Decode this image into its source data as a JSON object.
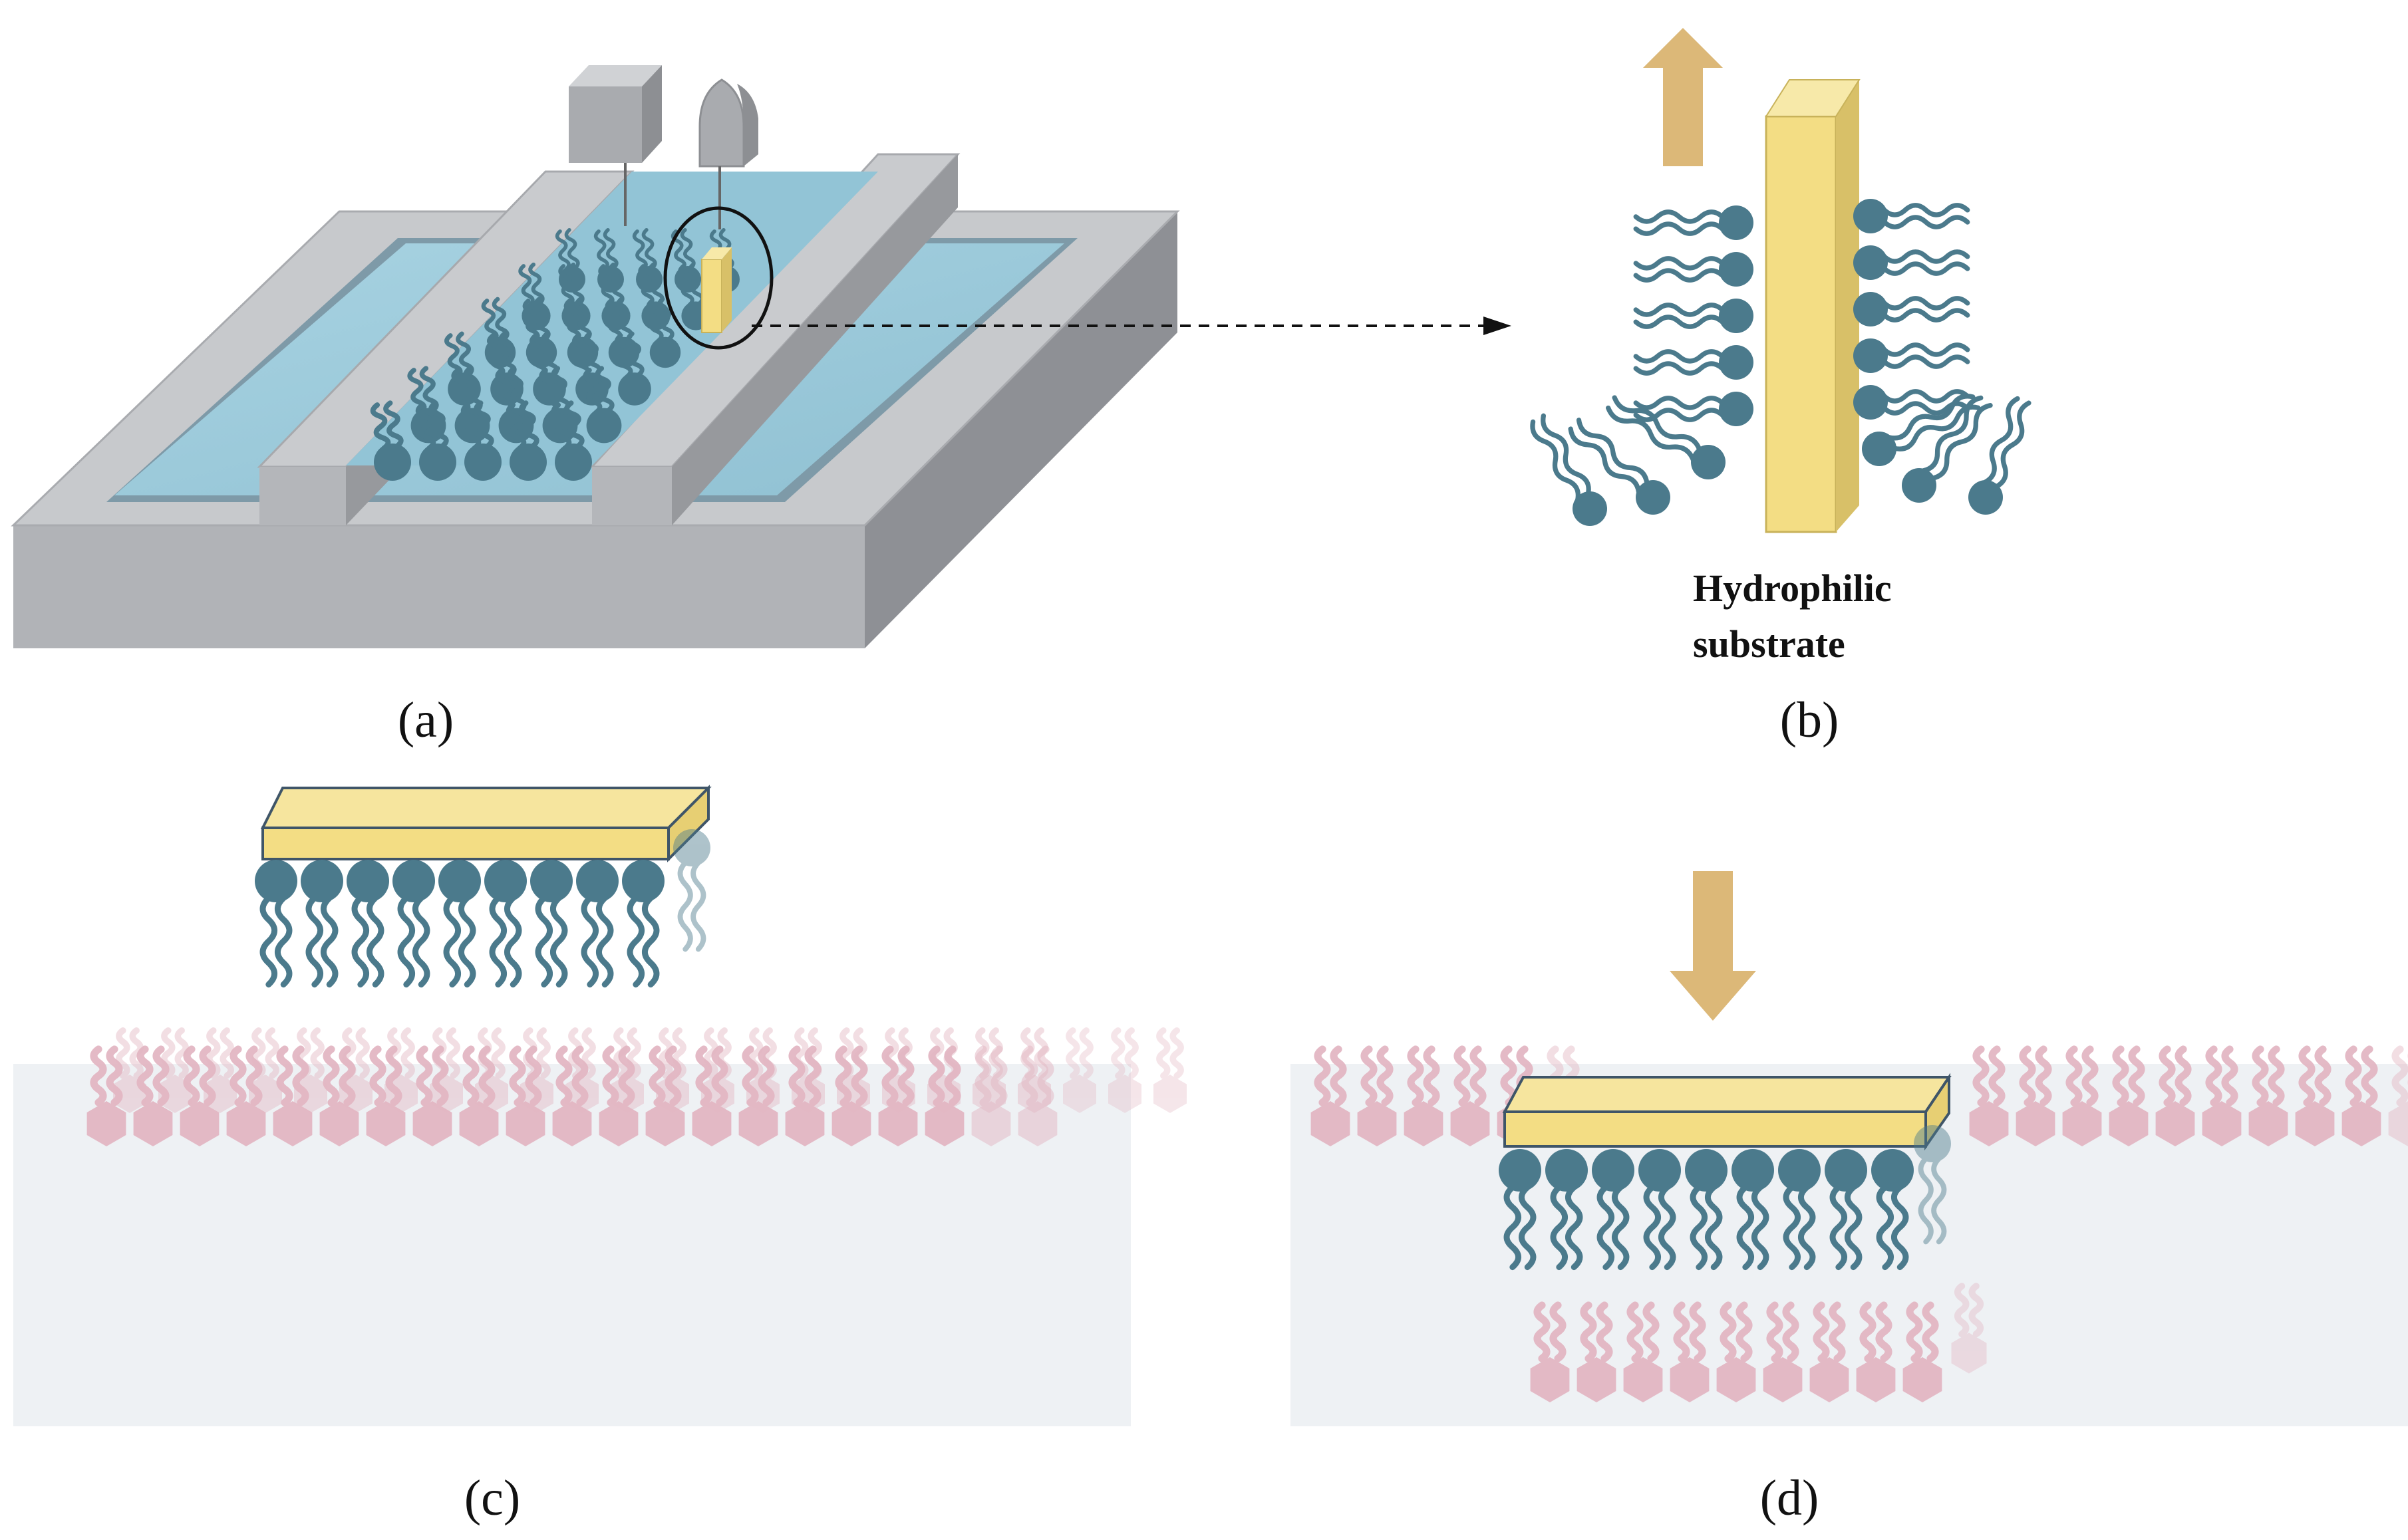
{
  "panels": {
    "a": {
      "label": "(a)"
    },
    "b": {
      "label": "(b)",
      "annotation_line1": "Hydrophilic",
      "annotation_line2": "substrate"
    },
    "c": {
      "label": "(c)"
    },
    "d": {
      "label": "(d)"
    }
  },
  "colors": {
    "trough_top": "#c5c7ca",
    "trough_front": "#b1b3b7",
    "trough_side": "#8e9095",
    "water": "#9ccadb",
    "lipid_dark": "#4b7a8c",
    "lipid_pink": "#e3b7c3",
    "substrate_yellow": "#f3dd84",
    "substrate_side": "#d8c068",
    "arrow_tan": "#dcb878",
    "subphase": "#eef1f4"
  },
  "icons": [
    "langmuir-trough",
    "barrier",
    "surface-pressure-sensor",
    "dipper",
    "lipid-molecule",
    "hydrophilic-substrate",
    "movement-arrow",
    "zoom-ellipse"
  ]
}
